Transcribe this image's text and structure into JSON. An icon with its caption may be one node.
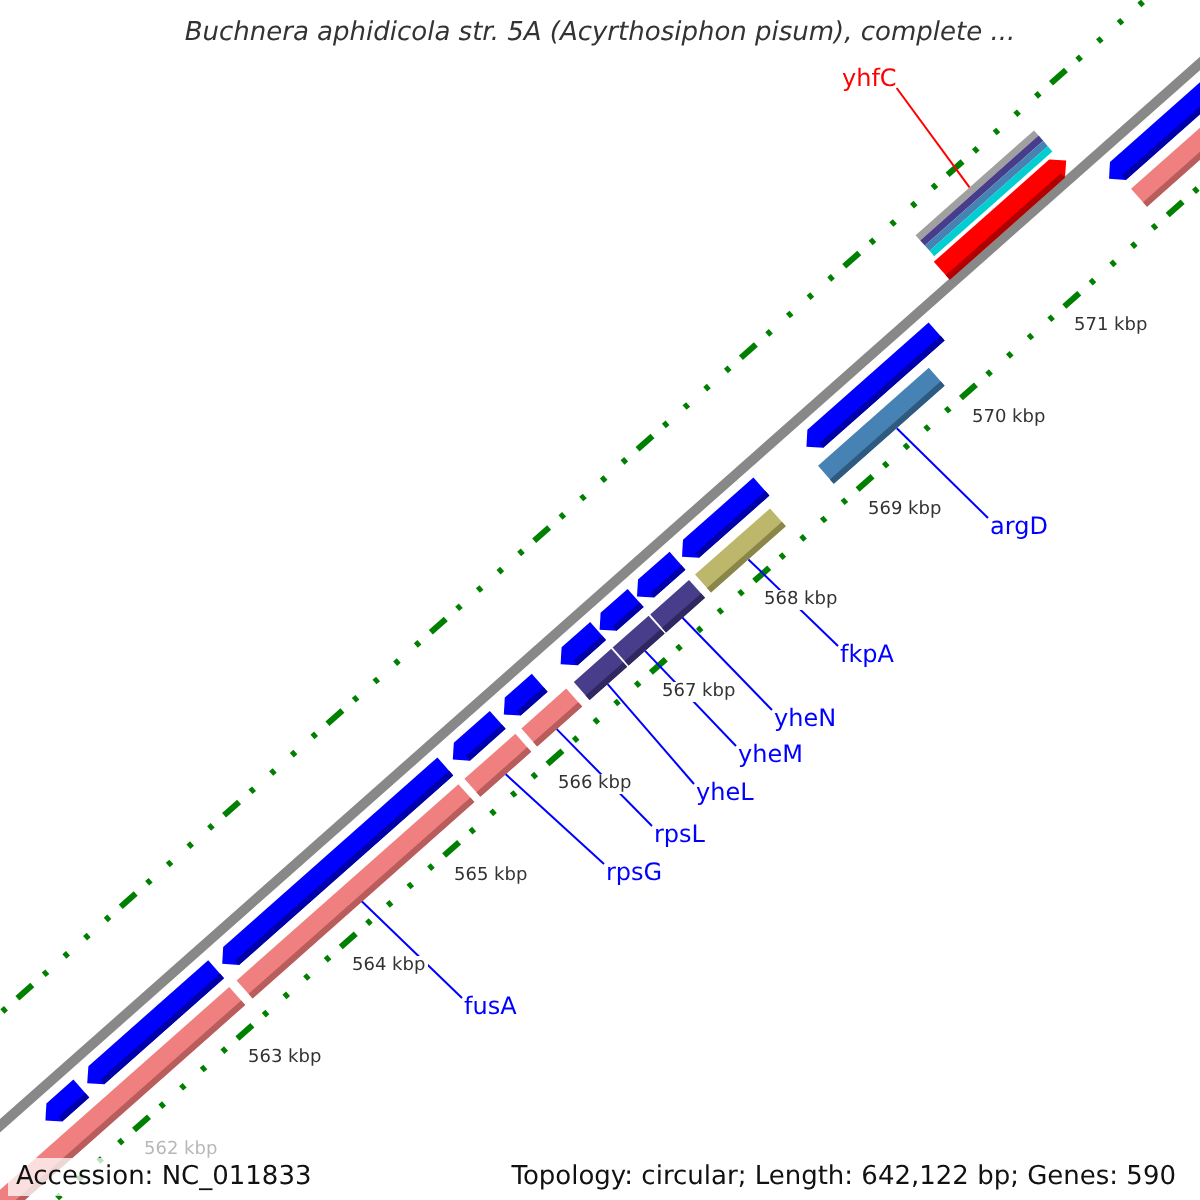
{
  "diagram": {
    "title": "Buchnera aphidicola str. 5A (Acyrthosiphon pisum), complete ...",
    "nodes": [
      {
        "text": [
          "yhfC"
        ]
      },
      {
        "text": [
          "argD"
        ]
      },
      {
        "text": [
          "fkpA"
        ]
      },
      {
        "text": [
          "yheN"
        ]
      },
      {
        "text": [
          "yheM"
        ]
      },
      {
        "text": [
          "yheL"
        ]
      },
      {
        "text": [
          "rpsL"
        ]
      },
      {
        "text": [
          "rpsG"
        ]
      },
      {
        "text": [
          "fusA"
        ]
      },
      {
        "text": [],
        "shape": "bar"
      },
      {
        "text": [],
        "shape": "bar"
      },
      {
        "text": [],
        "shape": "bar"
      },
      {
        "text": [],
        "shape": "bar"
      },
      {
        "text": [],
        "shape": "bar"
      },
      {
        "text": [],
        "shape": "bar"
      },
      {
        "text": [],
        "shape": "bar"
      },
      {
        "text": [],
        "shape": "bar"
      },
      {
        "text": [],
        "shape": "bar"
      },
      {
        "text": [],
        "shape": "arrow"
      },
      {
        "text": [],
        "shape": "bar"
      },
      {
        "text": [],
        "shape": "arrow"
      },
      {
        "text": [],
        "shape": "arrow"
      },
      {
        "text": [],
        "shape": "arrow"
      },
      {
        "text": [],
        "shape": "arrow"
      },
      {
        "text": [],
        "shape": "arrow"
      },
      {
        "text": [],
        "shape": "arrow"
      },
      {
        "text": [],
        "shape": "arrow"
      },
      {
        "text": [],
        "shape": "arrow"
      },
      {
        "text": [],
        "shape": "arrow"
      },
      {
        "text": [],
        "shape": "arrow"
      },
      {
        "text": [],
        "shape": "arrow"
      },
      {
        "text": [],
        "shape": "bar"
      }
    ],
    "edges": [
      {
        "from": 0,
        "to": 9,
        "arrow": "none",
        "color": "#ff0000"
      },
      {
        "from": 1,
        "to": 10,
        "arrow": "none"
      },
      {
        "from": 2,
        "to": 11,
        "arrow": "none"
      },
      {
        "from": 3,
        "to": 12,
        "arrow": "none"
      },
      {
        "from": 4,
        "to": 13,
        "arrow": "none"
      },
      {
        "from": 5,
        "to": 14,
        "arrow": "none"
      },
      {
        "from": 6,
        "to": 15,
        "arrow": "none"
      },
      {
        "from": 7,
        "to": 16,
        "arrow": "none"
      },
      {
        "from": 8,
        "to": 17,
        "arrow": "none"
      }
    ],
    "labels": [
      "571 kbp",
      "570 kbp",
      "569 kbp",
      "568 kbp",
      "567 kbp",
      "566 kbp",
      "565 kbp",
      "564 kbp",
      "563 kbp",
      "Accession: NC_011833",
      "562 kbp",
      "Topology: circular; Length: 642,122 bp; Genes: 590"
    ]
  }
}
